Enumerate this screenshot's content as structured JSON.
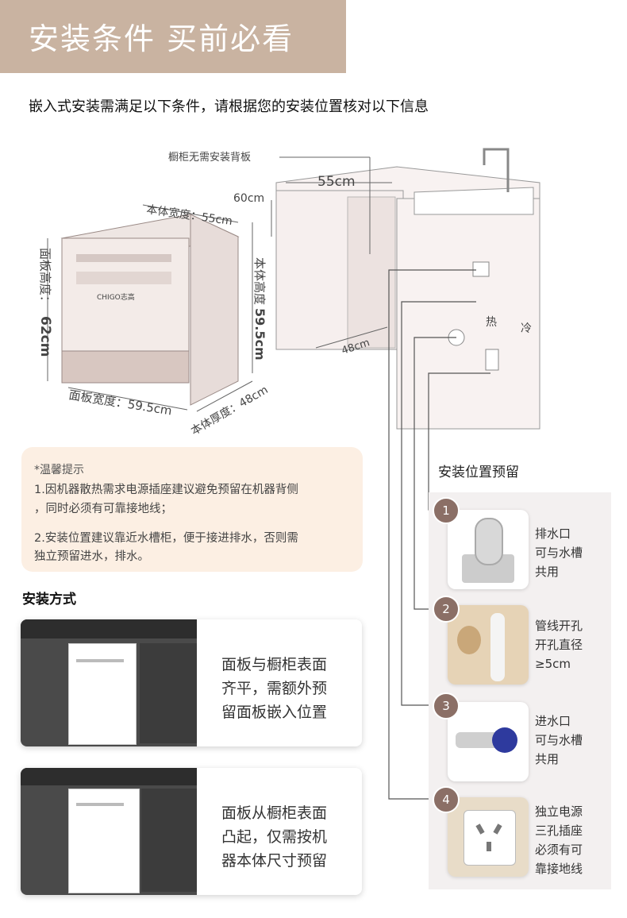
{
  "header": {
    "title": "安装条件  买前必看"
  },
  "intro": "嵌入式安装需满足以下条件，请根据您的安装位置核对以下信息",
  "diagram": {
    "no_backboard": "橱柜无需安装背板",
    "depth_55": "55cm",
    "gap_60": "60cm",
    "body_width": "本体宽度：55cm",
    "panel_height_label": "面板高度：",
    "panel_height_value": "62cm",
    "body_height_label": "本体高度",
    "body_height_value": "59.5cm",
    "panel_width": "面板宽度：59.5cm",
    "body_depth": "本体厚度：48cm",
    "cabinet_depth": "48cm",
    "brand": "CHIGO志高",
    "hot": "热",
    "cold": "冷"
  },
  "tip": {
    "title": "*温馨提示",
    "line1": "1.因机器散热需求电源插座建议避免预留在机器背侧",
    "line2": "，同时必须有可靠接地线；",
    "line3": "2.安装位置建议靠近水槽柜，便于接进排水，否则需",
    "line4": "独立预留进水，排水。"
  },
  "install_method": {
    "title": "安装方式",
    "card1": [
      "面板与橱柜表面",
      "齐平，需额外预",
      "留面板嵌入位置"
    ],
    "card2": [
      "面板从橱柜表面",
      "凸起，仅需按机",
      "器本体尺寸预留"
    ]
  },
  "reserve": {
    "title": "安装位置预留",
    "items": [
      {
        "num": "1",
        "lines": [
          "排水口",
          "可与水槽",
          "共用"
        ]
      },
      {
        "num": "2",
        "lines": [
          "管线开孔",
          "开孔直径",
          "≥5cm"
        ]
      },
      {
        "num": "3",
        "lines": [
          "进水口",
          "可与水槽",
          "共用"
        ]
      },
      {
        "num": "4",
        "lines": [
          "独立电源",
          "三孔插座",
          "必须有可",
          "靠接地线"
        ]
      }
    ]
  },
  "colors": {
    "banner": "#c9b3a1",
    "badge": "#8b6f66",
    "tip_bg": "#fcefe3"
  }
}
